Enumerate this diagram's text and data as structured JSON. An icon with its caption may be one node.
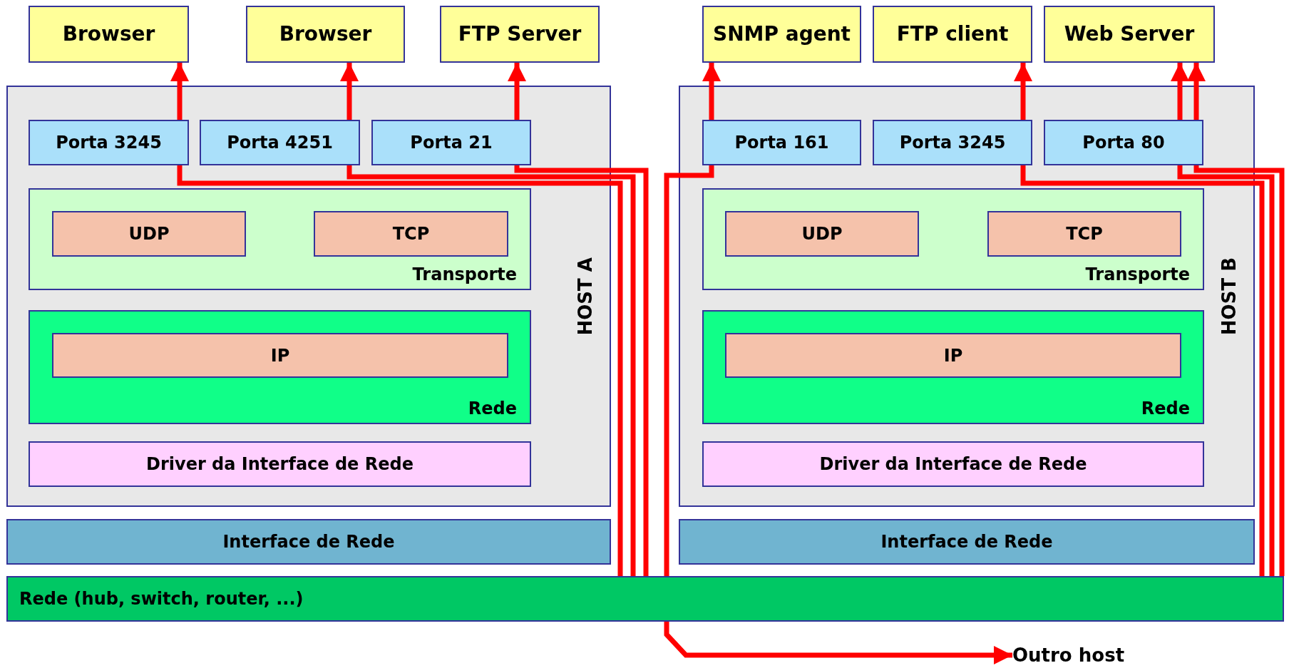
{
  "diagram": {
    "nodes": [
      {
        "text": [
          "Browser"
        ]
      },
      {
        "text": [
          "Browser"
        ]
      },
      {
        "text": [
          "FTP Server"
        ]
      },
      {
        "text": [
          "SNMP agent"
        ]
      },
      {
        "text": [
          "FTP client"
        ]
      },
      {
        "text": [
          "Web Server"
        ]
      },
      {
        "text": [
          "HOST A"
        ]
      },
      {
        "text": [
          "Porta 3245"
        ],
        "in": 6
      },
      {
        "text": [
          "Porta 4251"
        ],
        "in": 6
      },
      {
        "text": [
          "Porta 21"
        ],
        "in": 6
      },
      {
        "text": [
          "Transporte"
        ],
        "in": 6
      },
      {
        "text": [
          "UDP"
        ],
        "in": 10
      },
      {
        "text": [
          "TCP"
        ],
        "in": 10
      },
      {
        "text": [
          "Rede"
        ],
        "in": 6
      },
      {
        "text": [
          "IP"
        ],
        "in": 13
      },
      {
        "text": [
          "Driver da Interface de Rede"
        ],
        "in": 6
      },
      {
        "text": [
          "HOST B"
        ]
      },
      {
        "text": [
          "Porta 161"
        ],
        "in": 16
      },
      {
        "text": [
          "Porta 3245"
        ],
        "in": 16
      },
      {
        "text": [
          "Porta 80"
        ],
        "in": 16
      },
      {
        "text": [
          "Transporte"
        ],
        "in": 16
      },
      {
        "text": [
          "UDP"
        ],
        "in": 20
      },
      {
        "text": [
          "TCP"
        ],
        "in": 20
      },
      {
        "text": [
          "Rede"
        ],
        "in": 16
      },
      {
        "text": [
          "IP"
        ],
        "in": 23
      },
      {
        "text": [
          "Driver da Interface de Rede"
        ],
        "in": 16
      },
      {
        "text": [
          "Interface de Rede"
        ]
      },
      {
        "text": [
          "Interface de Rede"
        ]
      },
      {
        "text": [
          "Rede (hub, switch, router, ...)"
        ]
      },
      {
        "text": [
          "Outro host"
        ]
      }
    ],
    "edges": [
      {
        "from": 7,
        "to": 0,
        "arrow": "to"
      },
      {
        "from": 8,
        "to": 1,
        "arrow": "to"
      },
      {
        "from": 9,
        "to": 2,
        "arrow": "to"
      },
      {
        "from": 17,
        "to": 3,
        "arrow": "to"
      },
      {
        "from": 18,
        "to": 4,
        "arrow": "to"
      },
      {
        "from": 19,
        "to": 5,
        "arrow": "to"
      },
      {
        "from": 19,
        "to": 5,
        "arrow": "to"
      },
      {
        "from": 7,
        "to": 28,
        "arrow": "none"
      },
      {
        "from": 8,
        "to": 28,
        "arrow": "none"
      },
      {
        "from": 9,
        "to": 28,
        "arrow": "none"
      },
      {
        "from": 28,
        "to": 19,
        "arrow": "none"
      },
      {
        "from": 28,
        "to": 19,
        "arrow": "none"
      },
      {
        "from": 28,
        "to": 18,
        "arrow": "none"
      },
      {
        "from": 17,
        "to": 28,
        "arrow": "none"
      },
      {
        "from": 28,
        "to": 29,
        "arrow": "to"
      }
    ]
  }
}
